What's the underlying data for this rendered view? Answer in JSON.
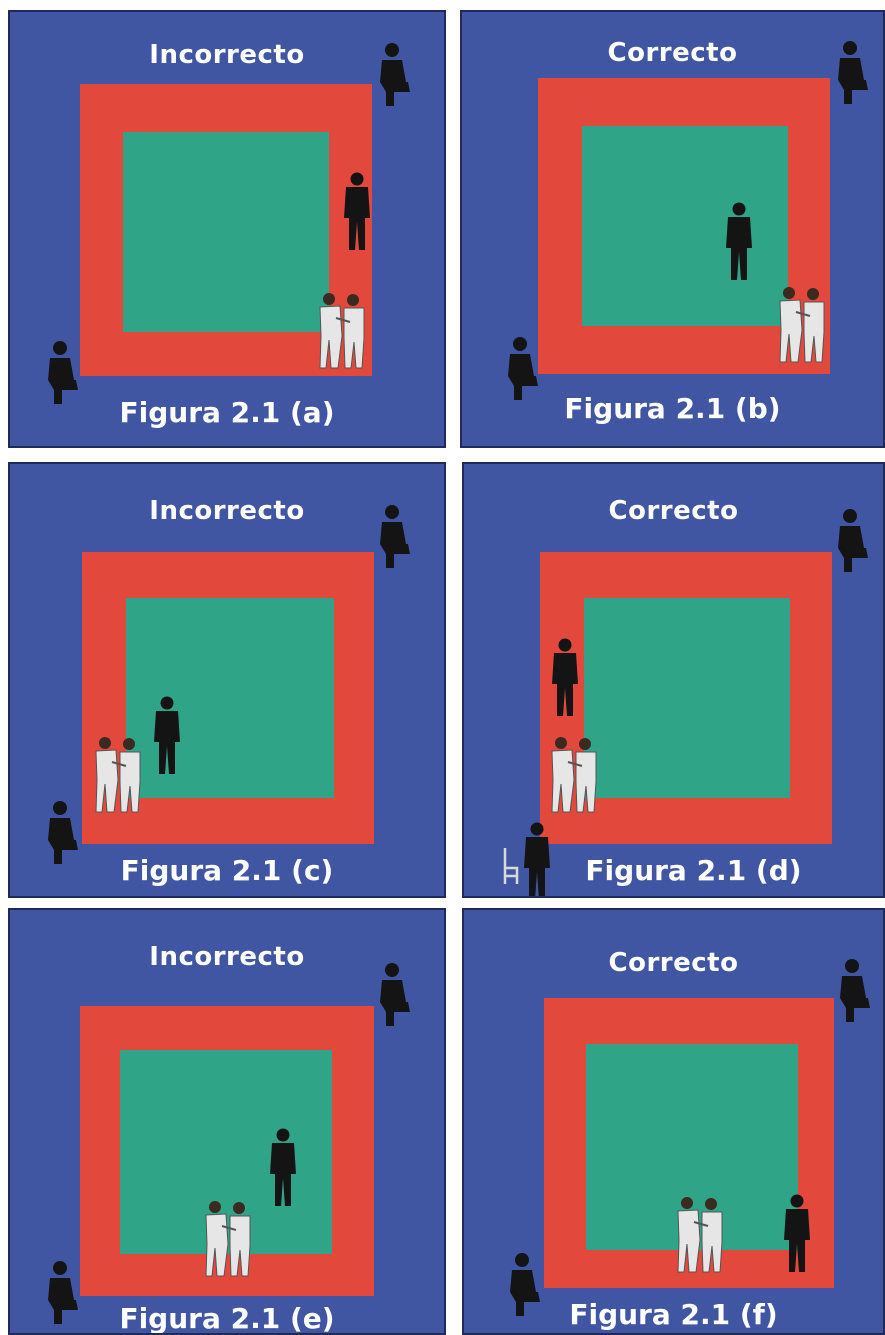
{
  "panels": [
    {
      "id": "a",
      "title": "Incorrecto",
      "caption": "Figura 2.1 (a)"
    },
    {
      "id": "b",
      "title": "Correcto",
      "caption": "Figura 2.1 (b)"
    },
    {
      "id": "c",
      "title": "Incorrecto",
      "caption": "Figura 2.1 (c)"
    },
    {
      "id": "d",
      "title": "Correcto",
      "caption": "Figura 2.1 (d)"
    },
    {
      "id": "e",
      "title": "Incorrecto",
      "caption": "Figura 2.1 (e)"
    },
    {
      "id": "f",
      "title": "Correcto",
      "caption": "Figura 2.1 (f)"
    }
  ],
  "colors": {
    "outer_area": "#4156a3",
    "danger_zone": "#e3483c",
    "contest_area": "#2fa487",
    "referee": "#141414",
    "judoka": "#e6e6e6"
  },
  "icons": [
    "referee-figure",
    "judge-seated-figure",
    "judoka-pair-figure",
    "chair-icon"
  ]
}
